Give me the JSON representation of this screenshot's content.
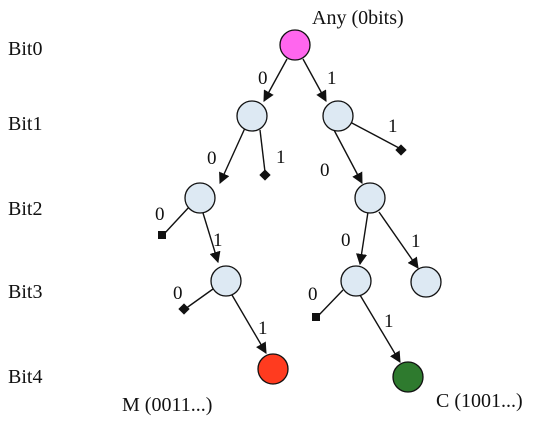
{
  "row_labels": [
    "Bit0",
    "Bit1",
    "Bit2",
    "Bit3",
    "Bit4"
  ],
  "root_label": "Any (0bits)",
  "result_labels": {
    "m": "M (0011...)",
    "c": "C (1001...)"
  },
  "edge_labels": {
    "root_0": "0",
    "root_1": "1",
    "l1_0": "0",
    "l1_1": "1",
    "r1_0": "0",
    "r1_1": "1",
    "l2_0": "0",
    "l2_1": "1",
    "r2_0": "0",
    "r2_1": "1",
    "l3_0": "0",
    "l3_1": "1",
    "r3_0": "0",
    "r3_1": "1"
  },
  "colors": {
    "root": "#ff66ee",
    "root_label": "#e040d8",
    "node": "#dde9f3",
    "m_node": "#ff3b1f",
    "m_label": "#ff2a14",
    "c_node": "#2e7a2e",
    "c_label": "#2e7a2e"
  }
}
